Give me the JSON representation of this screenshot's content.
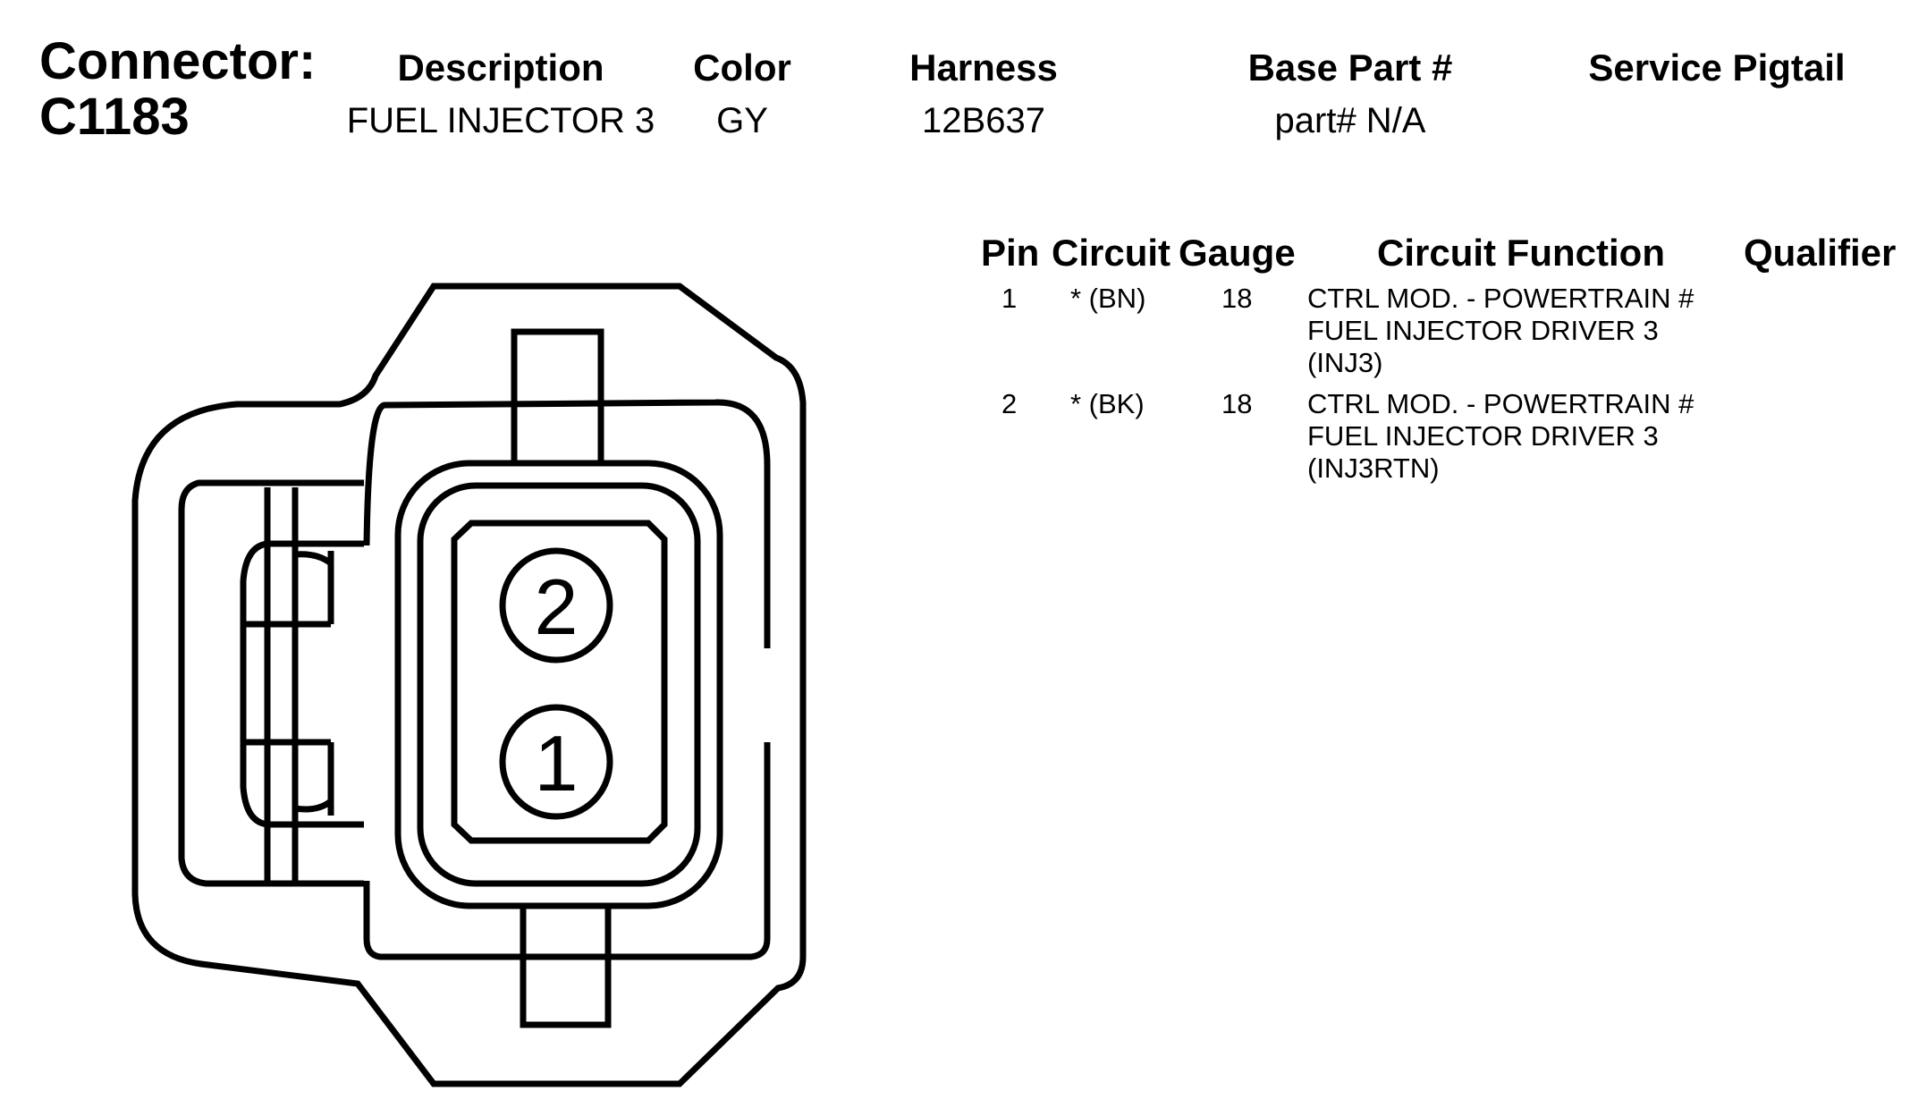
{
  "connector": {
    "label": "Connector:",
    "id": "C1183"
  },
  "header": {
    "columns": {
      "description": "Description",
      "color": "Color",
      "harness": "Harness",
      "base_part": "Base Part #",
      "service_pigtail": "Service Pigtail"
    },
    "values": {
      "description": "FUEL INJECTOR 3",
      "color": "GY",
      "harness": "12B637",
      "base_part": "part# N/A",
      "service_pigtail": ""
    }
  },
  "pin_table": {
    "headers": {
      "pin": "Pin",
      "circuit": "Circuit",
      "gauge": "Gauge",
      "function": "Circuit Function",
      "qualifier": "Qualifier"
    },
    "rows": [
      {
        "pin": "1",
        "circuit": "* (BN)",
        "gauge": "18",
        "function_lines": [
          "CTRL MOD. - POWERTRAIN #",
          "FUEL INJECTOR DRIVER 3",
          "(INJ3)"
        ],
        "qualifier": ""
      },
      {
        "pin": "2",
        "circuit": "* (BK)",
        "gauge": "18",
        "function_lines": [
          "CTRL MOD. - POWERTRAIN #",
          "FUEL INJECTOR DRIVER 3",
          "(INJ3RTN)"
        ],
        "qualifier": ""
      }
    ]
  },
  "diagram": {
    "pin_labels": [
      "2",
      "1"
    ],
    "line_color": "#000000"
  }
}
